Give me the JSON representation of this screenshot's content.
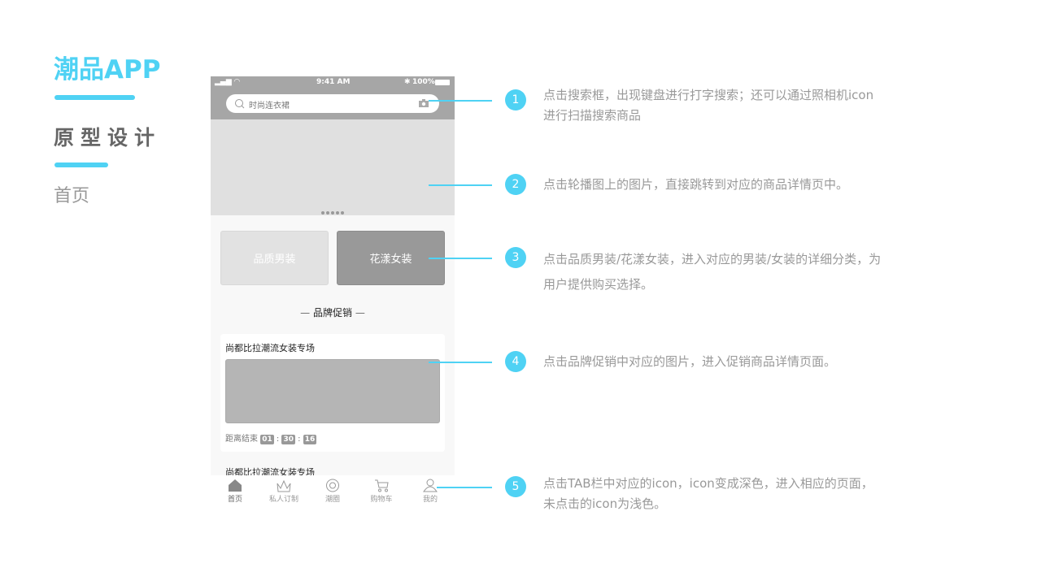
{
  "left": {
    "app_title": "潮品APP",
    "section": "原型设计",
    "page": "首页"
  },
  "colors": {
    "accent": "#4fd2f4",
    "header": "#a6a6a6"
  },
  "phone": {
    "status": {
      "time": "9:41 AM",
      "battery": "100%"
    },
    "search": {
      "placeholder": "时尚连衣裙",
      "icon": "search-icon",
      "camera": "camera-icon"
    },
    "categories": [
      "品质男装",
      "花漾女装"
    ],
    "section_title": "品牌促销",
    "card": {
      "title": "尚都比拉潮流女装专场",
      "countdown_label": "距离结束",
      "h": "01",
      "m": "30",
      "s": "16"
    },
    "next_card_title": "尚都比拉潮流女装专场",
    "tabs": [
      {
        "label": "首页",
        "icon": "home-icon"
      },
      {
        "label": "私人订制",
        "icon": "crown-icon"
      },
      {
        "label": "潮圈",
        "icon": "circle-icon"
      },
      {
        "label": "购物车",
        "icon": "cart-icon"
      },
      {
        "label": "我的",
        "icon": "user-icon"
      }
    ]
  },
  "annotations": [
    {
      "n": "1",
      "text": "点击搜索框，出现键盘进行打字搜索；还可以通过照相机icon进行扫描搜索商品"
    },
    {
      "n": "2",
      "text": "点击轮播图上的图片，直接跳转到对应的商品详情页中。"
    },
    {
      "n": "3",
      "text": "点击品质男装/花漾女装，进入对应的男装/女装的详细分类，为用户提供购买选择。"
    },
    {
      "n": "4",
      "text": "点击品牌促销中对应的图片，进入促销商品详情页面。"
    },
    {
      "n": "5",
      "text": "点击TAB栏中对应的icon，icon变成深色，进入相应的页面，未点击的icon为浅色。"
    }
  ]
}
